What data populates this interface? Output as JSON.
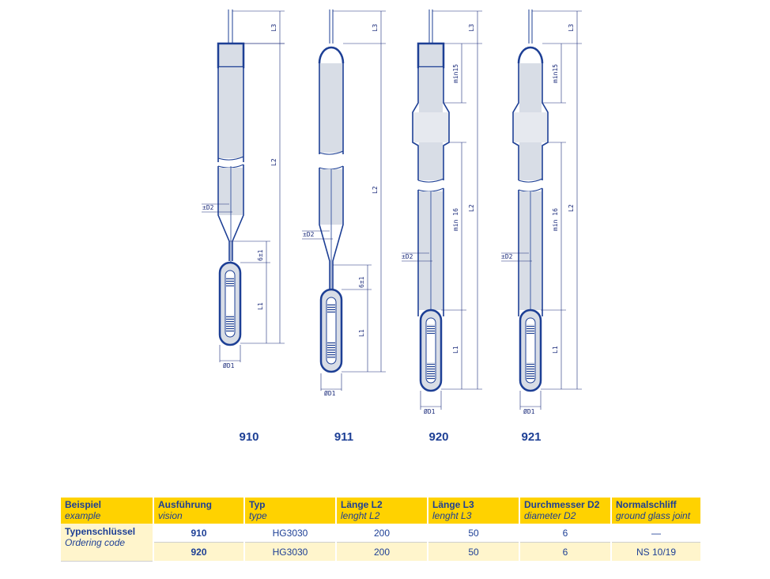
{
  "models": [
    {
      "number": "910"
    },
    {
      "number": "911"
    },
    {
      "number": "920"
    },
    {
      "number": "921"
    }
  ],
  "dimension_labels": {
    "l1": "L1",
    "l2": "L2",
    "l3": "L3",
    "d1": "ØD1",
    "d2": "±D2",
    "tolerance": "6±1",
    "min15": "min15",
    "min16": "min 16"
  },
  "table": {
    "headers": [
      {
        "de": "Beispiel",
        "en": "example"
      },
      {
        "de": "Ausführung",
        "en": "vision"
      },
      {
        "de": "Typ",
        "en": "type"
      },
      {
        "de": "Länge L2",
        "en": "lenght L2"
      },
      {
        "de": "Länge L3",
        "en": "lenght L3"
      },
      {
        "de": "Durchmesser D2",
        "en": "diameter D2"
      },
      {
        "de": "Normalschliff",
        "en": "ground glass joint"
      }
    ],
    "row_label": {
      "de": "Typenschlüssel",
      "en": "Ordering code"
    },
    "rows": [
      {
        "version": "910",
        "type": "HG3030",
        "l2": "200",
        "l3": "50",
        "d2": "6",
        "joint": "—"
      },
      {
        "version": "920",
        "type": "HG3030",
        "l2": "200",
        "l3": "50",
        "d2": "6",
        "joint": "NS 10/19"
      }
    ]
  },
  "colors": {
    "outline": "#1d3f95",
    "glass": "#d8dde6",
    "dimension": "#1a2a7a",
    "accent": "#ffd200"
  }
}
